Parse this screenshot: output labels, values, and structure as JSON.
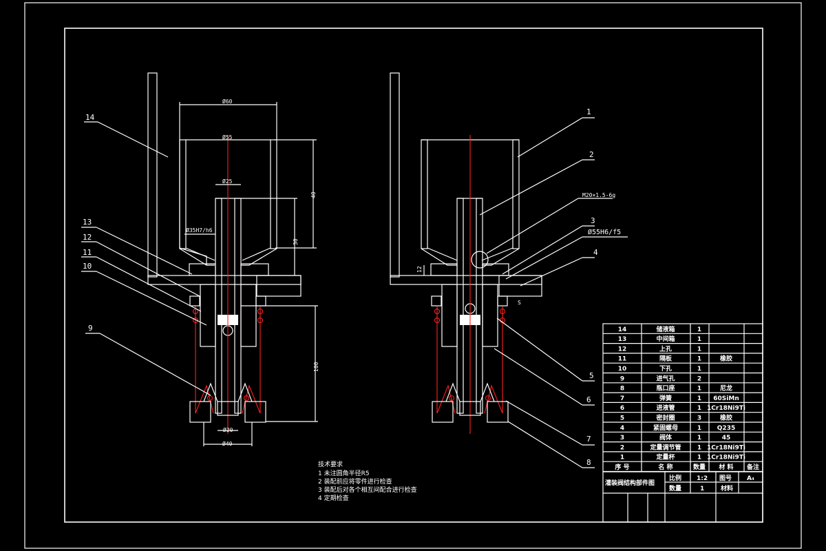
{
  "colors": {
    "background": "#000000",
    "line": "#ffffff",
    "centerline": "#ff2020"
  },
  "left_view": {
    "balloons": [
      "14",
      "13",
      "12",
      "11",
      "10",
      "9"
    ],
    "dims": {
      "d60": "Ø60",
      "d55": "Ø55",
      "d25": "Ø25",
      "d35": "Ø35H7/h6",
      "v40": "40",
      "v30": "30",
      "v100": "100",
      "d20": "Ø20",
      "d40": "Ø40"
    }
  },
  "right_view": {
    "balloons": [
      "1",
      "2",
      "3",
      "4",
      "5",
      "6",
      "7",
      "8"
    ],
    "dims": {
      "thread": "M20×1.5-6g",
      "fit": "Ø55H6/f5",
      "small": "12",
      "s": "S"
    }
  },
  "notes": {
    "title": "技术要求",
    "items": [
      "1 未注圆角半径R5",
      "2 装配前应将零件进行检查",
      "3 装配后对各个相互间配合进行检查",
      "4 定期检查"
    ]
  },
  "parts_table": {
    "rows": [
      {
        "no": "14",
        "name": "储液箱",
        "qty": "1",
        "mat": "",
        "note": ""
      },
      {
        "no": "13",
        "name": "中间箱",
        "qty": "1",
        "mat": "",
        "note": ""
      },
      {
        "no": "12",
        "name": "上孔",
        "qty": "1",
        "mat": "",
        "note": ""
      },
      {
        "no": "11",
        "name": "隔板",
        "qty": "1",
        "mat": "橡胶",
        "note": ""
      },
      {
        "no": "10",
        "name": "下孔",
        "qty": "1",
        "mat": "",
        "note": ""
      },
      {
        "no": "9",
        "name": "进气孔",
        "qty": "2",
        "mat": "",
        "note": ""
      },
      {
        "no": "8",
        "name": "瓶口座",
        "qty": "1",
        "mat": "尼龙",
        "note": ""
      },
      {
        "no": "7",
        "name": "弹簧",
        "qty": "1",
        "mat": "60SiMn",
        "note": ""
      },
      {
        "no": "6",
        "name": "进液管",
        "qty": "1",
        "mat": "1Cr18Ni9Ti",
        "note": ""
      },
      {
        "no": "5",
        "name": "密封圈",
        "qty": "3",
        "mat": "橡胶",
        "note": ""
      },
      {
        "no": "4",
        "name": "紧固螺母",
        "qty": "1",
        "mat": "Q235",
        "note": ""
      },
      {
        "no": "3",
        "name": "阀体",
        "qty": "1",
        "mat": "45",
        "note": ""
      },
      {
        "no": "2",
        "name": "定量调节管",
        "qty": "1",
        "mat": "1Cr18Ni9Ti",
        "note": ""
      },
      {
        "no": "1",
        "name": "定量杯",
        "qty": "1",
        "mat": "1Cr18Ni9Ti",
        "note": ""
      }
    ],
    "header": {
      "no": "序 号",
      "name": "名 称",
      "qty": "数量",
      "mat": "材 料",
      "note": "备注"
    },
    "title_block": {
      "drawing_name": "灌装阀结构部件图",
      "scale_label": "比例",
      "scale_value": "1:2",
      "sheet_label": "图号",
      "sheet_value": "A₄",
      "qty_label": "数量",
      "qty_value": "1",
      "material_label": "材料"
    }
  }
}
